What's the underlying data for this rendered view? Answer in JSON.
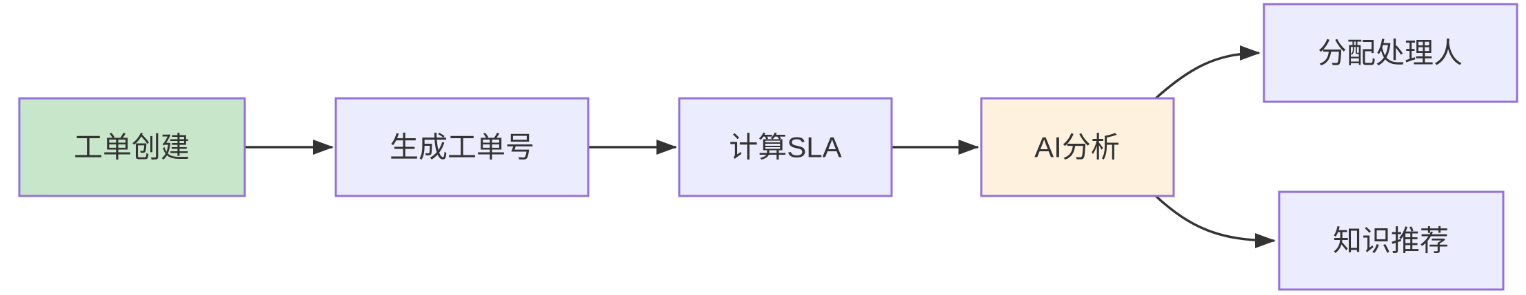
{
  "diagram": {
    "type": "flowchart",
    "direction": "left-to-right",
    "background": "#ffffff",
    "colors": {
      "node_fill_default": "#ECECFF",
      "node_fill_start": "#C8E6C9",
      "node_fill_ai": "#FEF1DE",
      "node_border": "#9370DB",
      "edge": "#333333",
      "text": "#333333"
    },
    "nodes": [
      {
        "id": "ticket-create",
        "label": "工单创建",
        "fill": "#C8E6C9"
      },
      {
        "id": "generate-ticket-number",
        "label": "生成工单号",
        "fill": "#ECECFF"
      },
      {
        "id": "calculate-sla",
        "label": "计算SLA",
        "fill": "#ECECFF"
      },
      {
        "id": "ai-analysis",
        "label": "AI分析",
        "fill": "#FEF1DE"
      },
      {
        "id": "assign-handler",
        "label": "分配处理人",
        "fill": "#ECECFF"
      },
      {
        "id": "knowledge-recommend",
        "label": "知识推荐",
        "fill": "#ECECFF"
      }
    ],
    "edges": [
      {
        "from": "工单创建",
        "to": "生成工单号",
        "style": "straight-arrow"
      },
      {
        "from": "生成工单号",
        "to": "计算SLA",
        "style": "straight-arrow"
      },
      {
        "from": "计算SLA",
        "to": "AI分析",
        "style": "straight-arrow"
      },
      {
        "from": "AI分析",
        "to": "分配处理人",
        "style": "curved-arrow"
      },
      {
        "from": "AI分析",
        "to": "知识推荐",
        "style": "curved-arrow"
      }
    ]
  }
}
